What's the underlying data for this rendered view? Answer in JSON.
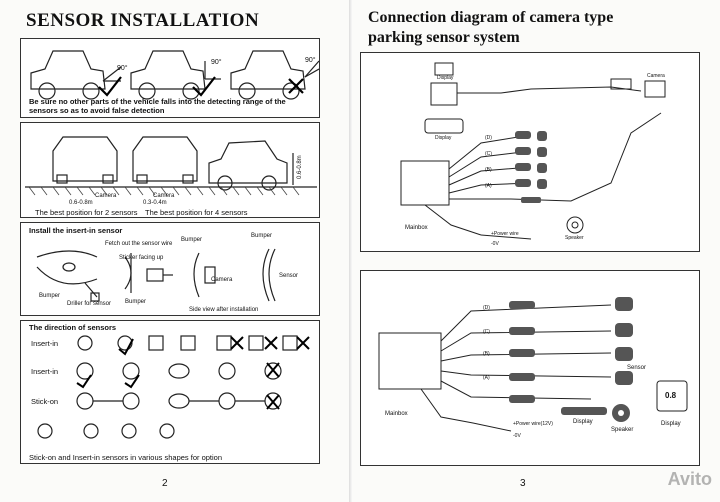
{
  "left_page": {
    "title": "SENSOR INSTALLATION",
    "page_number": "2",
    "panel1": {
      "angles": [
        "90°",
        "90°",
        "90°"
      ],
      "caption": "Be sure no other parts of the vehicle falls into the detecting range of the sensors so as to avoid false detection"
    },
    "panel2": {
      "height_label": "0.6-0.8m",
      "camera_label_1": "Camera",
      "camera_label_2": "Camera",
      "dim_1": "0.6-0.8m",
      "dim_2": "0.3-0.4m",
      "caption_2": "The best position for 2 sensors",
      "caption_4": "The best position for 4 sensors"
    },
    "panel3": {
      "heading": "Install the insert-in sensor",
      "fetch_label": "Fetch out the sensor wire",
      "sticker_label": "Sticker facing up",
      "bumper_1": "Bumper",
      "bumper_2": "Bumper",
      "bumper_3": "Bumper",
      "bumper_4": "Bumper",
      "driller_label": "Driller for sensor",
      "camera_label": "Camera",
      "sensor_label": "Sensor",
      "side_view": "Side view after installation"
    },
    "panel4": {
      "heading": "The direction of sensors",
      "rows": [
        "Insert-in",
        "Insert-in",
        "Stick-on"
      ],
      "caption": "Stick-on and Insert-in sensors in various shapes for option"
    }
  },
  "right_page": {
    "title_line1": "Connection diagram of camera type",
    "title_line2": "parking sensor system",
    "page_number": "3",
    "top_diagram": {
      "display_1": "Display",
      "display_2": "Display",
      "camera": "Camera",
      "mainbox": "Mainbox",
      "power": "+Power wire",
      "ground": "-0V",
      "speaker": "Speaker",
      "channels": [
        "(D)",
        "(C)",
        "(B)",
        "(A)"
      ]
    },
    "bottom_diagram": {
      "channels": [
        "(D)",
        "(C)",
        "(B)",
        "(A)"
      ],
      "mainbox": "Mainbox",
      "sensor": "Sensor",
      "power": "+Power wire(12V)",
      "ground": "-0V",
      "display_bar": "Display",
      "speaker": "Speaker",
      "display": "Display",
      "display_reading": "0.8"
    },
    "watermark": "Avito"
  }
}
